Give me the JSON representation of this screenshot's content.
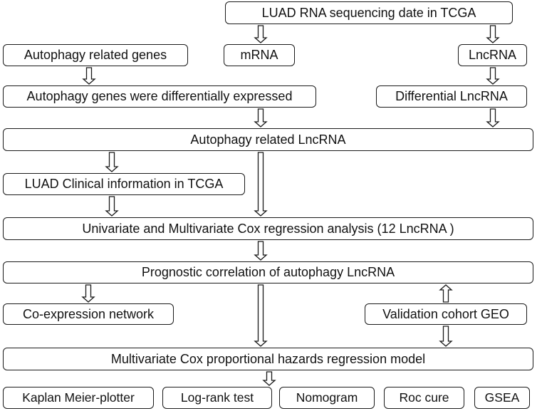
{
  "flowchart": {
    "nodes": {
      "tcga_rna": "LUAD RNA sequencing date  in TCGA",
      "autophagy_genes": "Autophagy related genes",
      "mrna": "mRNA",
      "lncrna": "LncRNA",
      "diff_autophagy": "Autophagy genes were differentially expressed",
      "diff_lncrna": "Differential LncRNA",
      "autophagy_lncrna": "Autophagy related LncRNA",
      "clinical": "LUAD Clinical information in TCGA",
      "cox": "Univariate and Multivariate Cox regression analysis   (12 LncRNA )",
      "prognostic": "Prognostic correlation of autophagy LncRNA",
      "coexpression": "Co-expression network",
      "validation": "Validation cohort GEO",
      "multivariate_model": "Multivariate Cox proportional hazards regression model",
      "kaplan": "Kaplan Meier-plotter",
      "logrank": "Log-rank test",
      "nomogram": "Nomogram",
      "roc": "Roc cure",
      "gsea": "GSEA"
    }
  }
}
